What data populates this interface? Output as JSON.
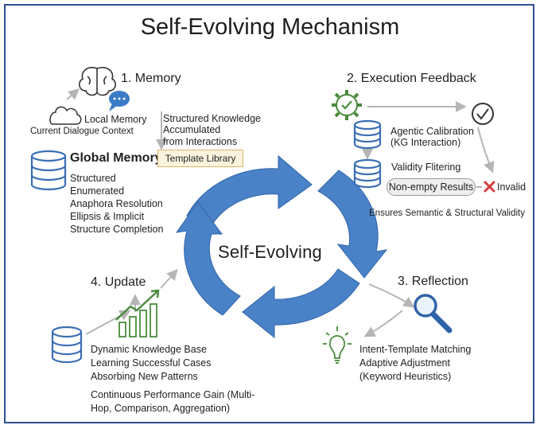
{
  "title": "Self-Evolving Mechanism",
  "center_label": "Self-Evolving",
  "memory": {
    "heading": "1. Memory",
    "local_memory": [
      "Local Memory",
      "Current Dialogue Context"
    ],
    "structured_knowledge": [
      "Structured Knowledge",
      "Accumulated",
      "from Interactions"
    ],
    "global_memory": "Global Memory",
    "template_library": "Template Library",
    "global_items": [
      "Structured",
      "Enumerated",
      "Anaphora Resolution",
      "Ellipsis & Implicit",
      "Structure Completion"
    ]
  },
  "execution": {
    "heading": "2. Execution Feedback",
    "agentic_calibration": [
      "Agentic Calibration",
      "(KG Interaction)"
    ],
    "validity_filtering": "Validity Flitering",
    "nonempty": "Non-empty Results",
    "invalid": "Invalid",
    "ensures": "Ensures Semantic & Structural Validity"
  },
  "reflection": {
    "heading": "3. Reflection",
    "items": [
      "Intent-Template Matching",
      "Adaptive Adjustment",
      "(Keyword Heuristics)"
    ]
  },
  "update": {
    "heading": "4. Update",
    "items": [
      "Dynamic Knowledge Base",
      "Learning Successful Cases",
      "Absorbing New Patterns"
    ],
    "gain": [
      "Continuous Performance Gain (Multi-",
      "Hop, Comparison, Aggregation)"
    ]
  },
  "colors": {
    "cycle_blue": "#4a82c8",
    "icon_blue": "#3b6fb3",
    "invalid_red": "#d93b3b",
    "growth_green": "#4a8a3c",
    "frame": "#2f4f8f"
  }
}
